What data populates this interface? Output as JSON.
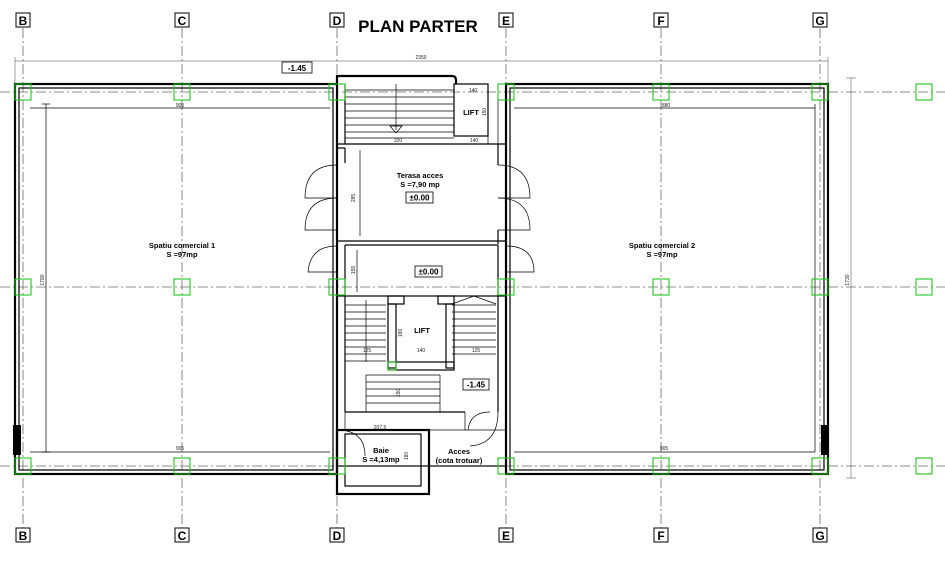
{
  "title": "PLAN PARTER",
  "axes": [
    "B",
    "C",
    "D",
    "E",
    "F",
    "G"
  ],
  "rooms": {
    "commercial_1": {
      "name": "Spatiu comercial 1",
      "area": "S =97mp"
    },
    "commercial_2": {
      "name": "Spatiu comercial 2",
      "area": "S =97mp"
    },
    "terrace": {
      "name": "Terasa acces",
      "area": "S =7,90 mp"
    },
    "bath": {
      "name": "Baie",
      "area": "S =4,13mp"
    },
    "access": {
      "name": "Acces",
      "note": "(cota trotuar)"
    }
  },
  "lifts": {
    "upper": "LIFT",
    "lower": "LIFT"
  },
  "elevations": {
    "top": "-1.45",
    "terrace": "±0.00",
    "hall": "±0.00",
    "stair": "-1.45"
  },
  "dimensions": {
    "overall": "2350",
    "left_span": "905",
    "right_span": "880",
    "left_bottom": "905",
    "right_bottom": "905",
    "left_height": "1780",
    "right_height": "1730",
    "lift_w": "140",
    "lift_h": "150",
    "stair_w": "320",
    "lift_w2": "140",
    "terrace_h": "285",
    "hall_h": "155",
    "lower_lift_w": "140",
    "lower_a": "125",
    "lower_b": "125",
    "lower_lift_h": "180",
    "stair_lower": "150",
    "bath_w": "207,5",
    "bath_h": "180"
  }
}
